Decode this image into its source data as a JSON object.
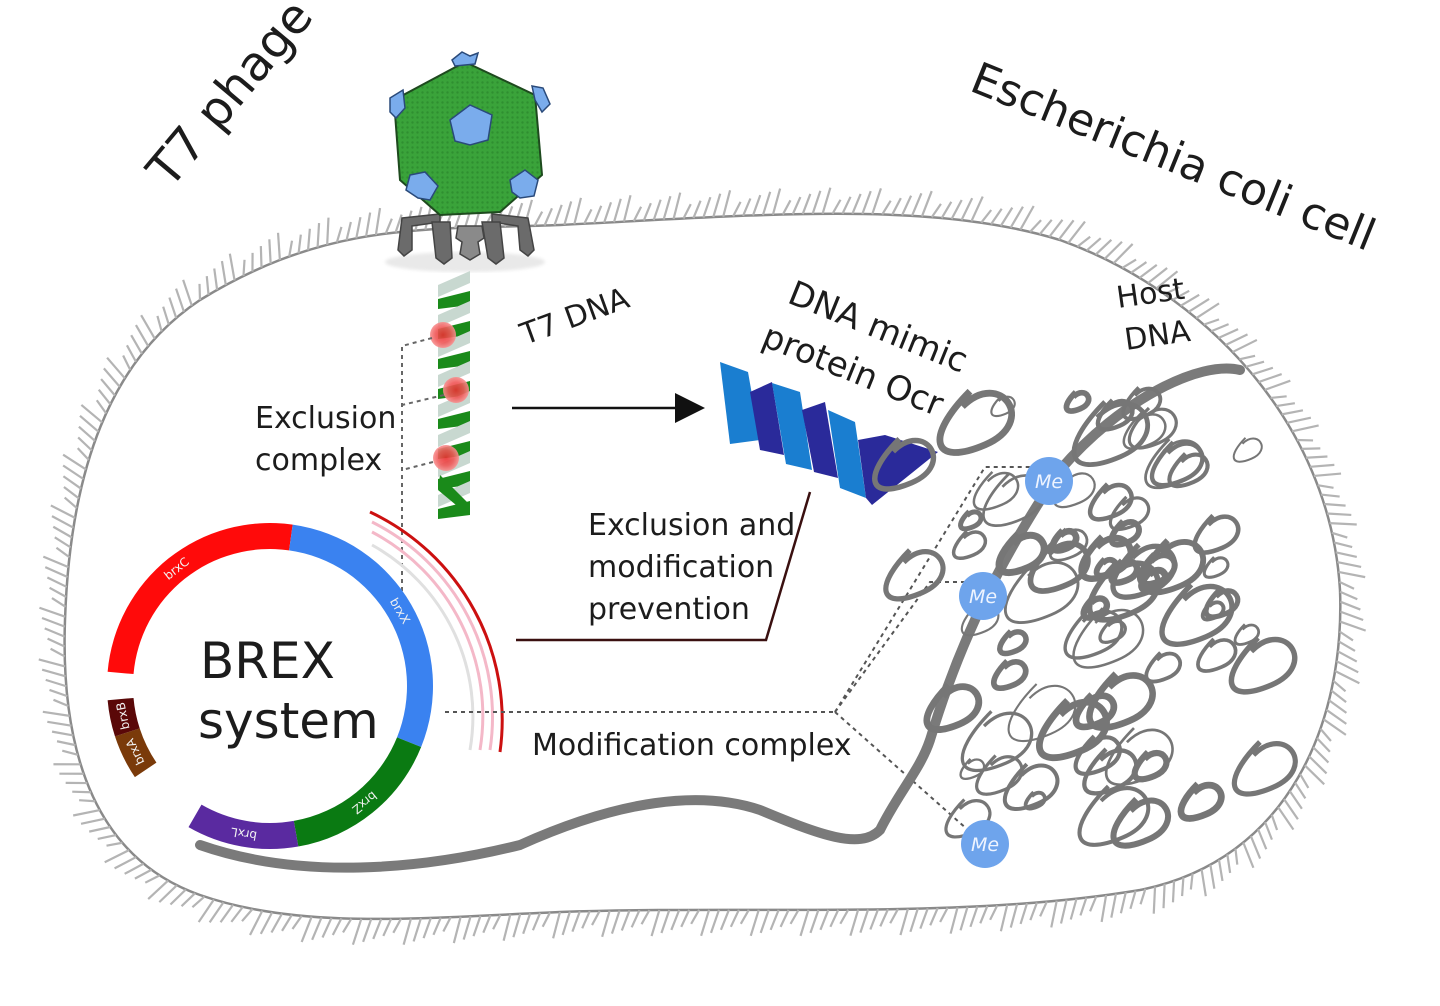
{
  "title_labels": {
    "phage": "T7 phage",
    "cell": "Escherichia coli cell"
  },
  "labels": {
    "t7_dna": "T7 DNA",
    "ocr_line1": "DNA mimic",
    "ocr_line2": "protein Ocr",
    "host_line1": "Host",
    "host_line2": "DNA",
    "exclusion_line1": "Exclusion",
    "exclusion_line2": "complex",
    "prevention_line1": "Exclusion and",
    "prevention_line2": "modification",
    "prevention_line3": "prevention",
    "modification_complex": "Modification complex",
    "brex_line1": "BREX",
    "brex_line2": "system"
  },
  "brex_genes": [
    {
      "name": "brxC",
      "color": "#ff0a0a"
    },
    {
      "name": "brxX",
      "color": "#3a82f0"
    },
    {
      "name": "brxZ",
      "color": "#0a7a12"
    },
    {
      "name": "brxL",
      "color": "#5a2aa0"
    },
    {
      "name": "brxA",
      "color": "#7a3a0a"
    },
    {
      "name": "brxB",
      "color": "#5a0808"
    }
  ],
  "methyl_marks": [
    "Me",
    "Me",
    "Me"
  ],
  "colors": {
    "capsid": "#3aa33a",
    "capsid_protein": "#7aacec",
    "phage_tail": "#6b6b6b",
    "dna_strand_a": "#1a8a1a",
    "dna_strand_b": "#c8d8d0",
    "exclusion_dot": "#ee5555",
    "ocr_light": "#1a7ed0",
    "ocr_dark": "#2a2a9a",
    "host_dna": "#7a7a7a",
    "methyl": "#6ea4ec",
    "membrane": "#888888",
    "arc_red": "#cc1010",
    "arc_pink": "#f4b8c8"
  }
}
